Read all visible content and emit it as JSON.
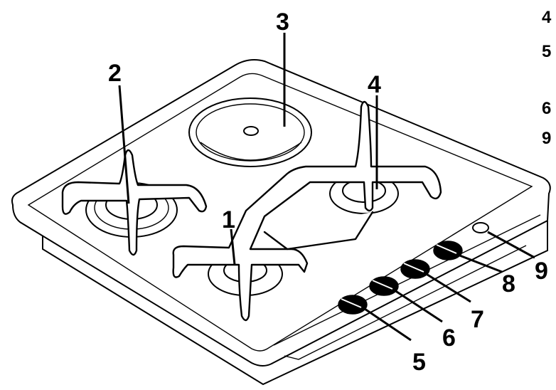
{
  "callouts": {
    "hotplate": "3",
    "rear_left_burner": "2",
    "rear_right_burner": "4",
    "front_burner": "1",
    "knob_a": "5",
    "knob_b": "6",
    "knob_c": "7",
    "knob_d": "8",
    "ignition_button": "9"
  },
  "side_list": [
    "4",
    "5",
    "6",
    "9"
  ]
}
